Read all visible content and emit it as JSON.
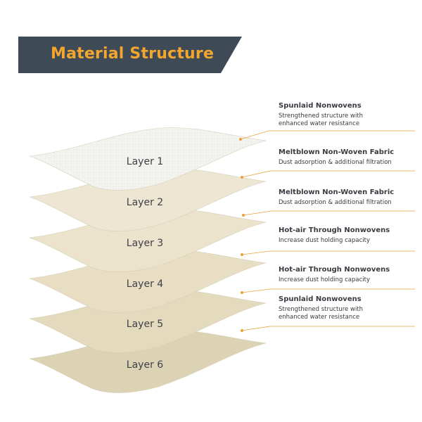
{
  "banner": {
    "title": "Material Structure",
    "bg_color": "#3e4a56",
    "title_color": "#f3a62d"
  },
  "accent_color": "#e9a23b",
  "layers": [
    {
      "label": "Layer 1",
      "color": "#f3f3ef",
      "name": "Spunlaid Nonwovens",
      "description": "Strengthened structure with enhanced water resistance"
    },
    {
      "label": "Layer 2",
      "color": "#ece6d2",
      "name": "Meltblown Non-Woven Fabric",
      "description": "Dust adsorption & additional filtration"
    },
    {
      "label": "Layer 3",
      "color": "#ebe3cb",
      "name": "Meltblown Non-Woven Fabric",
      "description": "Dust adsorption & additional filtration"
    },
    {
      "label": "Layer 4",
      "color": "#e7dec4",
      "name": "Hot-air Through Nonwovens",
      "description": "Increase dust holding capacity"
    },
    {
      "label": "Layer 5",
      "color": "#e4dabd",
      "name": "Hot-air Through Nonwovens",
      "description": "Increase dust holding capacity"
    },
    {
      "label": "Layer 6",
      "color": "#dcd3b5",
      "name": "Spunlaid Nonwovens",
      "description": "Strengthened structure with enhanced water resistance"
    }
  ]
}
